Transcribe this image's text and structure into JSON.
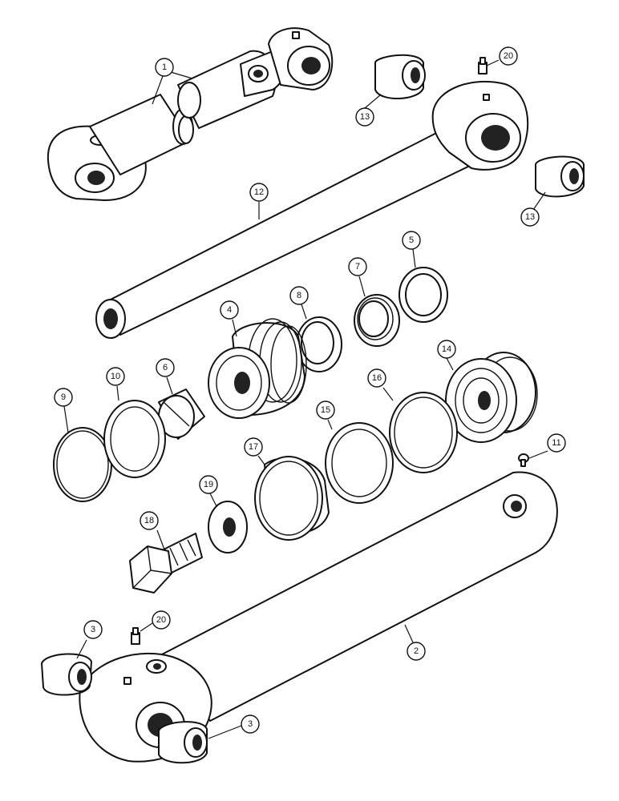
{
  "colors": {
    "line": "#111111",
    "background": "#ffffff"
  },
  "callouts": {
    "c1": "1",
    "c2": "2",
    "c3a": "3",
    "c3b": "3",
    "c4": "4",
    "c5": "5",
    "c6": "6",
    "c7": "7",
    "c8": "8",
    "c9": "9",
    "c10": "10",
    "c11": "11",
    "c12": "12",
    "c13a": "13",
    "c13b": "13",
    "c14": "14",
    "c15": "15",
    "c16": "16",
    "c17": "17",
    "c18": "18",
    "c19": "19",
    "c20a": "20",
    "c20b": "20"
  }
}
